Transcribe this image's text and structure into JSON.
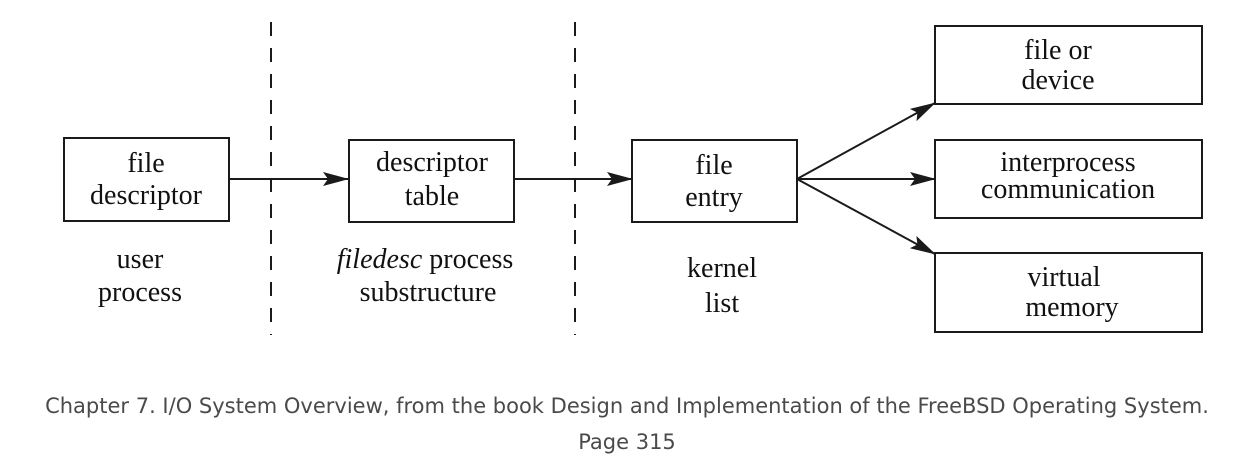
{
  "diagram": {
    "boxes": {
      "file_descriptor": [
        "file",
        "descriptor"
      ],
      "descriptor_table": [
        "descriptor",
        "table"
      ],
      "file_entry": [
        "file",
        "entry"
      ],
      "file_or_device": [
        "file or",
        "device"
      ],
      "interprocess_communication": [
        "interprocess",
        "communication"
      ],
      "virtual_memory": [
        "virtual",
        "memory"
      ]
    },
    "regions": {
      "user_process": [
        "user",
        "process"
      ],
      "filedesc_italic": "filedesc",
      "filedesc_rest": " process",
      "filedesc_line2": "substructure",
      "kernel_list": [
        "kernel",
        "list"
      ]
    }
  },
  "caption": {
    "line1": "Chapter 7. I/O System Overview, from the book Design and Implementation of the FreeBSD Operating System.",
    "line2": "Page 315"
  }
}
